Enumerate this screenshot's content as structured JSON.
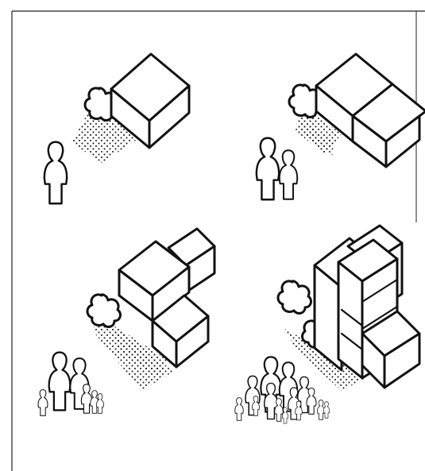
{
  "figure": {
    "panels": [
      {
        "id": "stage-1",
        "buildings": 1,
        "people": 1
      },
      {
        "id": "stage-2",
        "buildings": 2,
        "people": 2
      },
      {
        "id": "stage-3",
        "buildings": 3,
        "people": 6
      },
      {
        "id": "stage-4",
        "buildings": 6,
        "people": 14
      }
    ],
    "colors": {
      "ink": "#111111",
      "paper": "#ffffff"
    }
  }
}
